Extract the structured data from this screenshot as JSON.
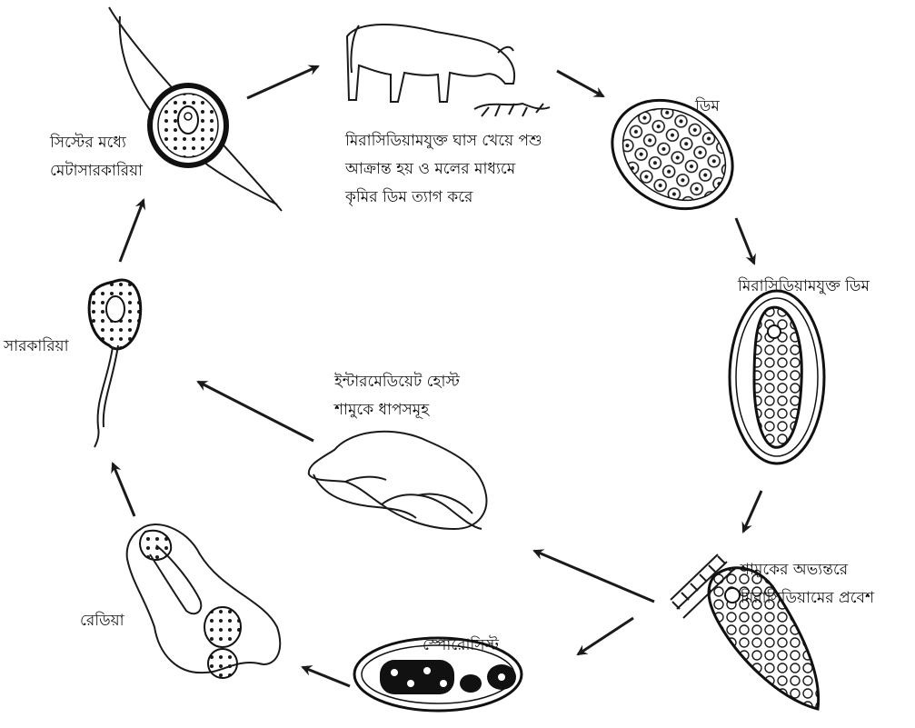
{
  "labels": {
    "cyst": [
      "সিস্টের মধ্যে",
      "মেটাসারকারিয়া"
    ],
    "cattle": [
      "মিরাসিডিয়ামযুক্ত ঘাস খেয়ে পশু",
      "আক্রান্ত হয় ও মলের মাধ্যমে",
      "কৃমির ডিম ত্যাগ করে"
    ],
    "egg": "ডিম",
    "miracidium_egg": "মিরাসিডিয়ামযুক্ত ডিম",
    "snail_entry": [
      "শামুকের অভ্যন্তরে",
      "মিরাসিডিয়ামের প্রবেশ"
    ],
    "sporocyst": "স্পোরোসিস্ট",
    "redia": "রেডিয়া",
    "cercaria": "সারকারিয়া",
    "intermediate_host": [
      "ইন্টারমেডিয়েট হোস্ট",
      "শামুকে ধাপসমূহ"
    ]
  }
}
